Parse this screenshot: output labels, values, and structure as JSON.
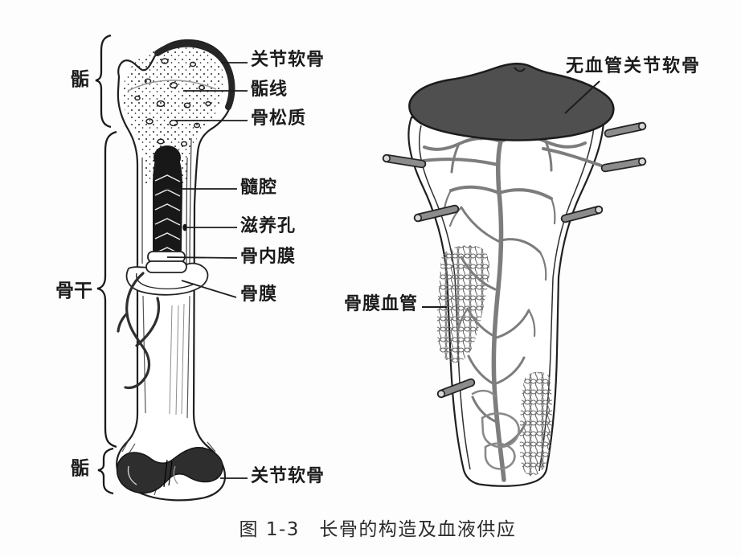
{
  "figure": {
    "caption": "图 1-3　长骨的构造及血液供应"
  },
  "left_figure": {
    "title_semantic": "long bone sectional structure",
    "region_labels": [
      {
        "id": "epiphysis-top",
        "text": "骺"
      },
      {
        "id": "diaphysis",
        "text": "骨干"
      },
      {
        "id": "epiphysis-bottom",
        "text": "骺"
      }
    ],
    "part_labels": [
      {
        "id": "articular-cartilage-top",
        "text": "关节软骨"
      },
      {
        "id": "epiphyseal-line",
        "text": "骺线"
      },
      {
        "id": "spongy-bone",
        "text": "骨松质"
      },
      {
        "id": "medullary-cavity",
        "text": "髓腔"
      },
      {
        "id": "nutrient-foramen",
        "text": "滋养孔"
      },
      {
        "id": "endosteum",
        "text": "骨内膜"
      },
      {
        "id": "periosteum",
        "text": "骨膜"
      },
      {
        "id": "articular-cartilage-bottom",
        "text": "关节软骨"
      }
    ]
  },
  "right_figure": {
    "title_semantic": "blood supply of long bone",
    "part_labels": [
      {
        "id": "avascular-articular-cartilage",
        "text": "无血管关节软骨"
      },
      {
        "id": "periosteal-vessels",
        "text": "骨膜血管"
      }
    ]
  },
  "colors": {
    "background": "#fdfdfd",
    "ink": "#1c1c1c",
    "cartilage_dark": "#2e2e2e",
    "cap_gray": "#4f4f4f",
    "vessel_gray": "#7d7d7d",
    "tube_gray": "#8c8c8c"
  }
}
